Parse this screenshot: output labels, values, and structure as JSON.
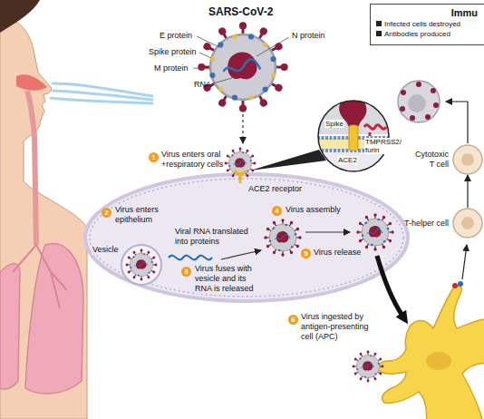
{
  "diagram": {
    "nodes": [
      {
        "text": [
          "Immu",
          "Infected cells destroyed",
          "Antibodies produced"
        ]
      },
      {
        "text": [
          "Cytotoxic T cell"
        ]
      },
      {
        "text": [
          "T-helper cell"
        ]
      }
    ],
    "edges": [
      {
        "from": 2,
        "to": 1,
        "arrow": "to"
      }
    ],
    "labels": [
      "SARS-CoV-2",
      "E protein",
      "Spike protein",
      "M protein",
      "RNA",
      "N protein",
      "Spike",
      "ACE2",
      "TMPRSS2/ furin",
      "1",
      "Virus enters oral +respiratory cells",
      "ACE2 receptor",
      "2",
      "Virus enters epithelium",
      "Vesicle",
      "Viral RNA translated into proteins",
      "3",
      "Virus fuses with vesicle and its RNA is released",
      "4",
      "Virus assembly",
      "5",
      "Virus release",
      "6",
      "Virus ingested by antigen-presenting cell (APC)"
    ]
  }
}
